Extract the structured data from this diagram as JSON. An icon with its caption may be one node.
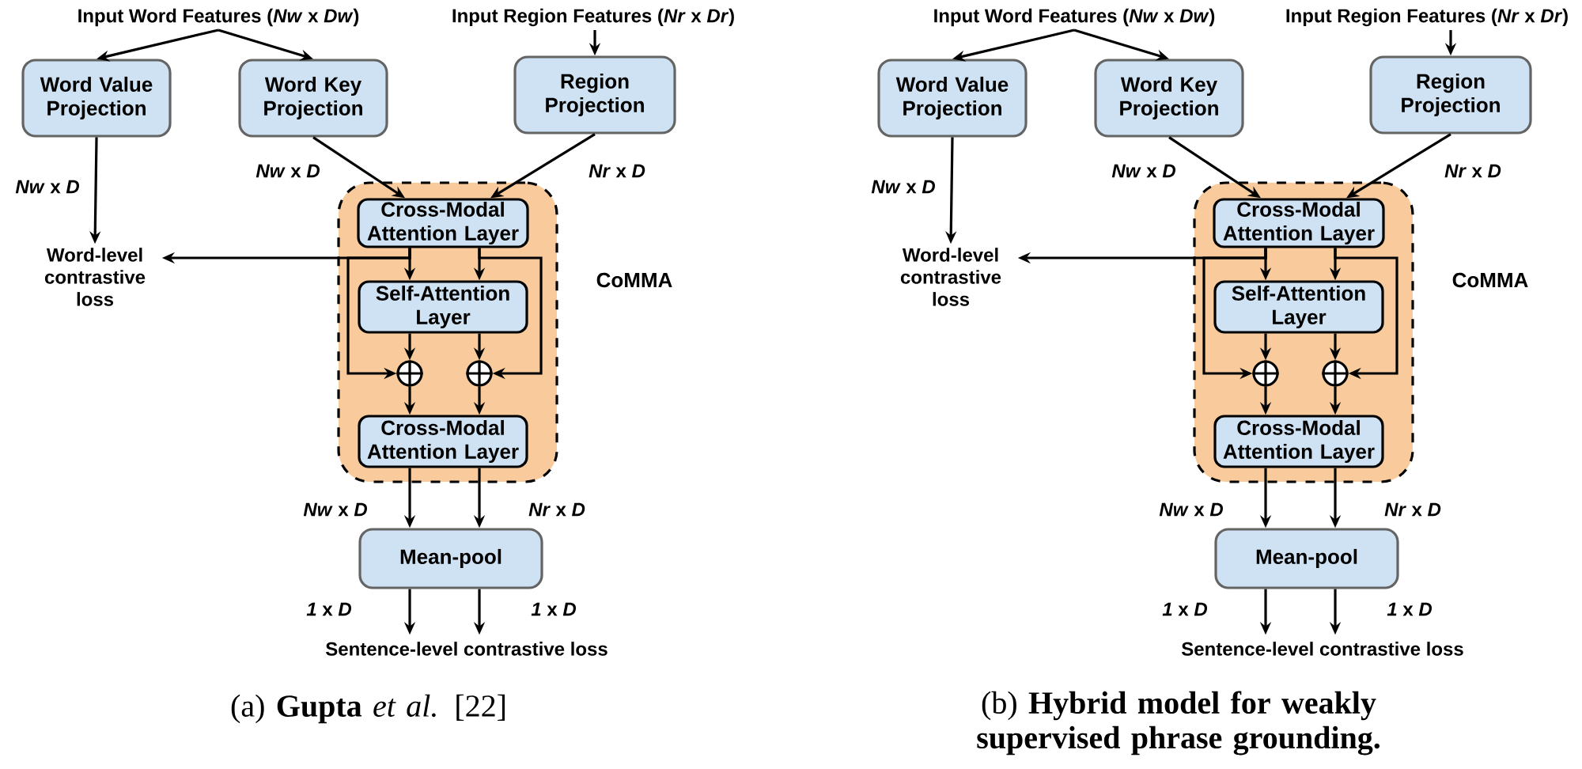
{
  "diagram": {
    "nodes": [
      {
        "text": [
          "Input Word Features (*Nw* x *Dw*)"
        ]
      },
      {
        "text": [
          "Input Region Features (*Nr* x *Dr*)"
        ]
      },
      {
        "text": [
          "Word Value Projection"
        ]
      },
      {
        "text": [
          "Word Key Projection"
        ]
      },
      {
        "text": [
          "Region Projection"
        ]
      },
      {
        "text": [
          "Word-level contrastive loss"
        ]
      },
      {
        "text": [
          "CoMMA"
        ]
      },
      {
        "text": [
          "Cross-Modal Attention Layer"
        ],
        "in": 6
      },
      {
        "text": [
          "Self-Attention Layer"
        ],
        "in": 6
      },
      {
        "text": [],
        "shape": "circle",
        "in": 6
      },
      {
        "text": [],
        "shape": "circle",
        "in": 6
      },
      {
        "text": [
          "Cross-Modal Attention Layer"
        ],
        "in": 6
      },
      {
        "text": [
          "Mean-pool"
        ]
      },
      {
        "text": [
          "Sentence-level contrastive loss"
        ]
      },
      {
        "text": [
          "Input Word Features (*Nw* x *Dw*)"
        ]
      },
      {
        "text": [
          "Input Region Features (*Nr* x *Dr*)"
        ]
      },
      {
        "text": [
          "Word Value Projection"
        ]
      },
      {
        "text": [
          "Word Key Projection"
        ]
      },
      {
        "text": [
          "Region Projection"
        ]
      },
      {
        "text": [
          "Word-level contrastive loss"
        ]
      },
      {
        "text": [
          "CoMMA"
        ]
      },
      {
        "text": [
          "Cross-Modal Attention Layer"
        ],
        "in": 20
      },
      {
        "text": [
          "Self-Attention Layer"
        ],
        "in": 20
      },
      {
        "text": [],
        "shape": "circle",
        "in": 20
      },
      {
        "text": [],
        "shape": "circle",
        "in": 20
      },
      {
        "text": [
          "Cross-Modal Attention Layer"
        ],
        "in": 20
      },
      {
        "text": [
          "Mean-pool"
        ]
      },
      {
        "text": [
          "Sentence-level contrastive loss"
        ]
      }
    ],
    "edges": [
      {
        "from": 0,
        "to": 2,
        "arrow": "to"
      },
      {
        "from": 0,
        "to": 3,
        "arrow": "to"
      },
      {
        "from": 1,
        "to": 4,
        "arrow": "to"
      },
      {
        "from": 2,
        "to": 5,
        "arrow": "to",
        "label": "*Nw* x *D*"
      },
      {
        "from": 3,
        "to": 7,
        "arrow": "to",
        "label": "*Nw* x *D*"
      },
      {
        "from": 4,
        "to": 7,
        "arrow": "to",
        "label": "*Nr* x *D*"
      },
      {
        "from": 7,
        "to": 5,
        "arrow": "to"
      },
      {
        "from": 7,
        "to": 8,
        "arrow": "to"
      },
      {
        "from": 7,
        "to": 8,
        "arrow": "to"
      },
      {
        "from": 7,
        "to": 9,
        "arrow": "to"
      },
      {
        "from": 7,
        "to": 10,
        "arrow": "to"
      },
      {
        "from": 8,
        "to": 9,
        "arrow": "to"
      },
      {
        "from": 8,
        "to": 10,
        "arrow": "to"
      },
      {
        "from": 9,
        "to": 11,
        "arrow": "to"
      },
      {
        "from": 10,
        "to": 11,
        "arrow": "to"
      },
      {
        "from": 11,
        "to": 12,
        "arrow": "to",
        "label": "*Nw* x *D*"
      },
      {
        "from": 11,
        "to": 12,
        "arrow": "to",
        "label": "*Nr* x *D*"
      },
      {
        "from": 12,
        "to": 13,
        "arrow": "to",
        "label": "*1* x *D*"
      },
      {
        "from": 12,
        "to": 13,
        "arrow": "to",
        "label": "*1* x *D*"
      },
      {
        "from": 14,
        "to": 16,
        "arrow": "to"
      },
      {
        "from": 14,
        "to": 17,
        "arrow": "to"
      },
      {
        "from": 15,
        "to": 18,
        "arrow": "to"
      },
      {
        "from": 16,
        "to": 19,
        "arrow": "to",
        "label": "*Nw* x *D*"
      },
      {
        "from": 17,
        "to": 21,
        "arrow": "to",
        "label": "*Nw* x *D*"
      },
      {
        "from": 18,
        "to": 21,
        "arrow": "to",
        "label": "*Nr* x *D*"
      },
      {
        "from": 21,
        "to": 19,
        "arrow": "to"
      },
      {
        "from": 21,
        "to": 22,
        "arrow": "to"
      },
      {
        "from": 21,
        "to": 22,
        "arrow": "to"
      },
      {
        "from": 21,
        "to": 23,
        "arrow": "to"
      },
      {
        "from": 21,
        "to": 24,
        "arrow": "to"
      },
      {
        "from": 22,
        "to": 23,
        "arrow": "to"
      },
      {
        "from": 22,
        "to": 24,
        "arrow": "to"
      },
      {
        "from": 23,
        "to": 25,
        "arrow": "to"
      },
      {
        "from": 24,
        "to": 25,
        "arrow": "to"
      },
      {
        "from": 25,
        "to": 26,
        "arrow": "to",
        "label": "*Nw* x *D*"
      },
      {
        "from": 25,
        "to": 26,
        "arrow": "to",
        "label": "*Nr* x *D*"
      },
      {
        "from": 26,
        "to": 27,
        "arrow": "to",
        "label": "*1* x *D*"
      },
      {
        "from": 26,
        "to": 27,
        "arrow": "to",
        "label": "*1* x *D*"
      }
    ],
    "labels": [
      "(a) **Gupta** *et al.* [22]",
      "(b) **Hybrid model for weakly supervised phrase grounding.**"
    ]
  }
}
